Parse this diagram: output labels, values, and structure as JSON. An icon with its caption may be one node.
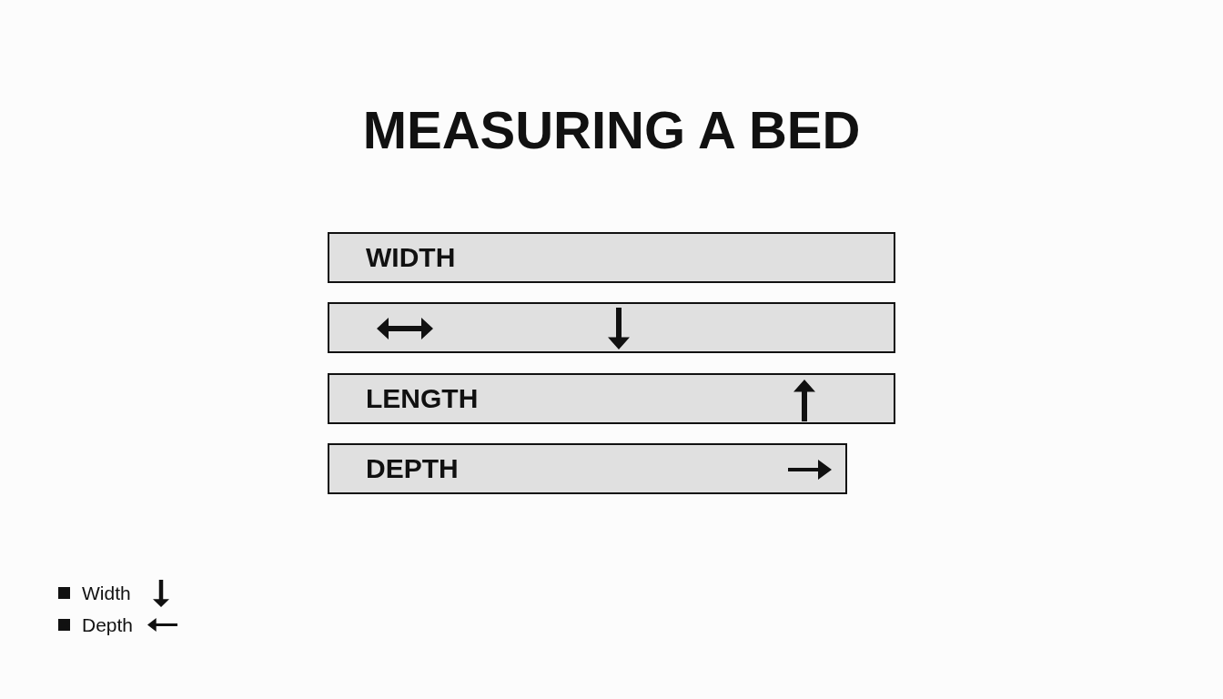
{
  "diagram": {
    "title": "MEASURING A BED",
    "nodes": [
      {
        "text": [
          "WIDTH"
        ]
      },
      {
        "text": [],
        "shape": "bar"
      },
      {
        "text": [
          "LENGTH"
        ]
      },
      {
        "text": [
          "DEPTH"
        ]
      }
    ],
    "legend": [
      {
        "text": "Width",
        "color": "#111111"
      },
      {
        "text": "Depth",
        "color": "#111111"
      }
    ]
  }
}
